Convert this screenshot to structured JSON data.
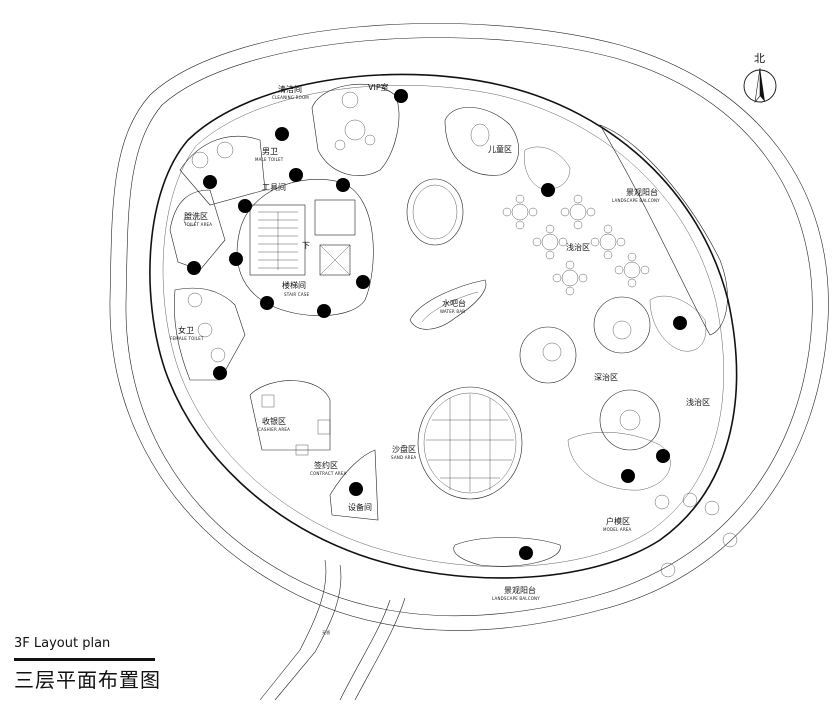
{
  "caption": {
    "english": "3F  Layout plan",
    "chinese": "三层平面布置图"
  },
  "compass": {
    "label": "北"
  },
  "rooms": {
    "cleaning": {
      "cn": "清洁间",
      "en": "CLEANING ROOM"
    },
    "vip": {
      "cn": "VIP室",
      "en": ""
    },
    "male_toilet": {
      "cn": "男卫",
      "en": "MALE TOILET"
    },
    "tool_room": {
      "cn": "工具间",
      "en": ""
    },
    "wash": {
      "cn": "盥洗区",
      "en": "TOILET AREA"
    },
    "female_toilet": {
      "cn": "女卫",
      "en": "FEMALE TOILET"
    },
    "stair": {
      "cn": "楼梯间",
      "en": "STAIR CASE"
    },
    "kids": {
      "cn": "儿童区",
      "en": ""
    },
    "landscape_balcony_ne": {
      "cn": "景观阳台",
      "en": "LANDSCAPE BALCONY"
    },
    "shallow_1": {
      "cn": "浅治区",
      "en": ""
    },
    "water_bar": {
      "cn": "水吧台",
      "en": "WATER BAR"
    },
    "deep": {
      "cn": "深治区",
      "en": ""
    },
    "shallow_2": {
      "cn": "浅治区",
      "en": ""
    },
    "cashier": {
      "cn": "收银区",
      "en": "CASHIER AREA"
    },
    "contract": {
      "cn": "签约区",
      "en": "CONTRACT AREA"
    },
    "sand": {
      "cn": "沙盘区",
      "en": "SAND AREA"
    },
    "equipment": {
      "cn": "设备间",
      "en": ""
    },
    "model": {
      "cn": "户模区",
      "en": "MODEL AREA"
    },
    "landscape_balcony_s": {
      "cn": "景观阳台",
      "en": "LANDSCAPE BALCONY"
    },
    "down": {
      "cn": "下",
      "en": ""
    },
    "corridor": {
      "cn": "天桥",
      "en": ""
    }
  },
  "colors": {
    "line": "#222222",
    "marker": "#000000",
    "background": "#ffffff"
  }
}
